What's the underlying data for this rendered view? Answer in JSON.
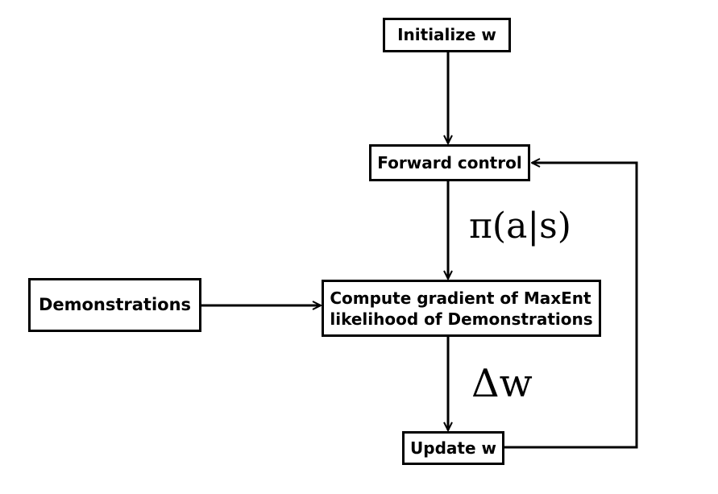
{
  "nodes": {
    "init": "Initialize w",
    "forward": "Forward control",
    "demonstrations": "Demonstrations",
    "gradient_line1": "Compute gradient of MaxEnt",
    "gradient_line2": "likelihood of Demonstrations",
    "update": "Update w"
  },
  "edge_labels": {
    "policy": "π(a|s)",
    "delta": "Δw"
  },
  "colors": {
    "stroke": "#000000",
    "background": "#ffffff"
  }
}
